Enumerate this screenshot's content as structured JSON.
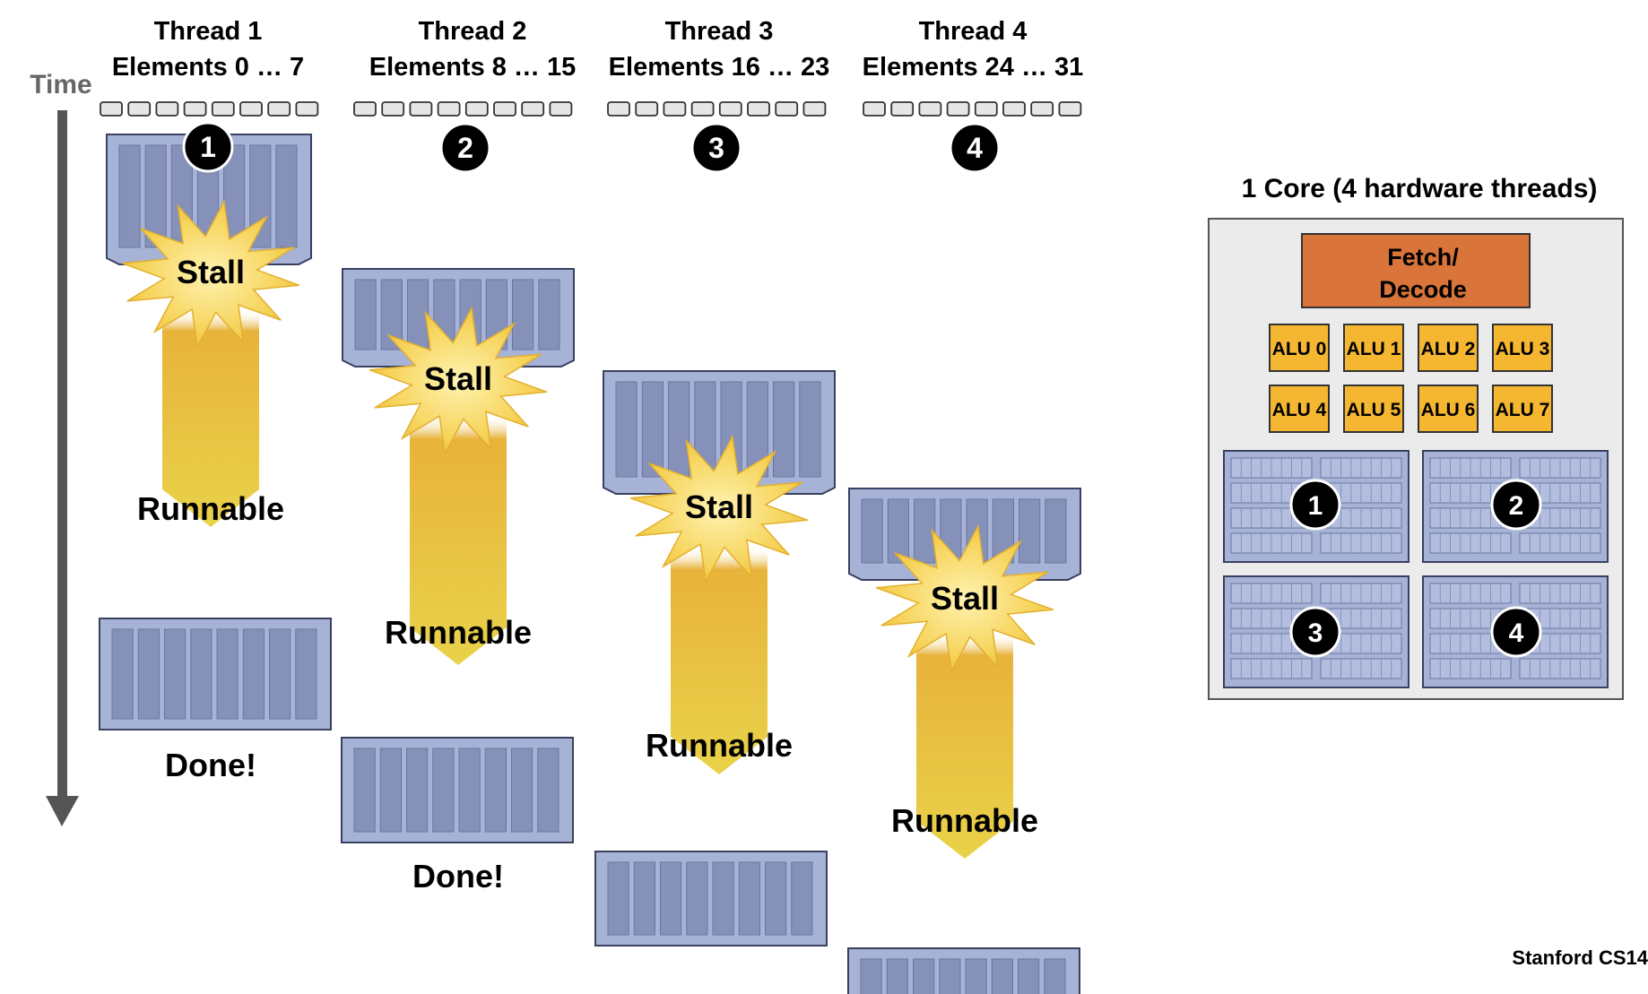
{
  "time_label": "Time",
  "threads": [
    {
      "title": "Thread 1",
      "elements": "Elements 0 … 7",
      "badge": "1",
      "stall": "Stall",
      "runnable": "Runnable",
      "done": "Done!"
    },
    {
      "title": "Thread 2",
      "elements": "Elements 8 … 15",
      "badge": "2",
      "stall": "Stall",
      "runnable": "Runnable",
      "done": "Done!"
    },
    {
      "title": "Thread 3",
      "elements": "Elements 16 … 23",
      "badge": "3",
      "stall": "Stall",
      "runnable": "Runnable"
    },
    {
      "title": "Thread 4",
      "elements": "Elements 24 … 31",
      "badge": "4",
      "stall": "Stall",
      "runnable": "Runnable"
    }
  ],
  "core": {
    "title": "1 Core (4 hardware threads)",
    "fetch_decode_line1": "Fetch/",
    "fetch_decode_line2": "Decode",
    "alus": [
      "ALU 0",
      "ALU 1",
      "ALU 2",
      "ALU 3",
      "ALU 4",
      "ALU 5",
      "ALU 6",
      "ALU 7"
    ],
    "contexts": [
      "1",
      "2",
      "3",
      "4"
    ]
  },
  "footer": "Stanford CS14",
  "colors": {
    "context_fill": "#a6b3d6",
    "context_stroke": "#3a4060",
    "context_cell": "#8591b8",
    "stall_burst": "#f5d35a",
    "runnable_arrow": "#e6b83a",
    "fetch_decode": "#d9743a",
    "alu": "#f5b731",
    "core_bg": "#ebebeb"
  }
}
